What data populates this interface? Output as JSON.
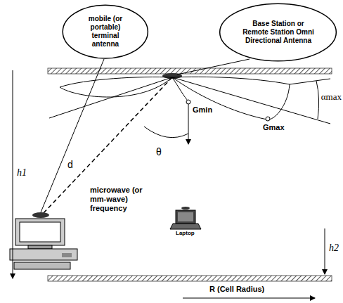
{
  "diagram": {
    "nodes": [
      {
        "text": [
          "mobile (or portable) terminal antenna"
        ]
      },
      {
        "text": [
          "Base Station or Remote Station Omni Directional Antenna"
        ]
      }
    ],
    "labels": [
      "αmax",
      "Gmax",
      "Gmin",
      "θ",
      "d",
      "h1",
      "h2",
      "microwave (or mm-wave) frequency",
      "Laptop",
      "R (Cell Radius)"
    ]
  }
}
